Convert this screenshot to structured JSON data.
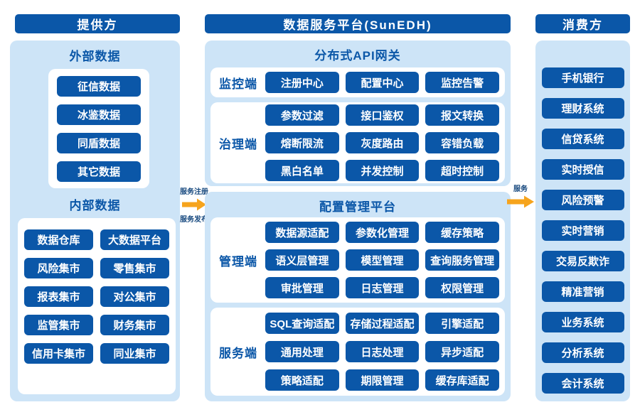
{
  "providers": {
    "header": "提供方",
    "external": {
      "title": "外部数据",
      "items": [
        "征信数据",
        "冰鉴数据",
        "同盾数据",
        "其它数据"
      ]
    },
    "internal": {
      "title": "内部数据",
      "items": [
        "数据仓库",
        "大数据平台",
        "风险集市",
        "零售集市",
        "报表集市",
        "对公集市",
        "监管集市",
        "财务集市",
        "信用卡集市",
        "同业集市"
      ]
    }
  },
  "platform": {
    "header": "数据服务平台(SunEDH)",
    "sections": [
      {
        "title": "分布式API网关",
        "groups": [
          {
            "label": "监控端",
            "items": [
              "注册中心",
              "配置中心",
              "监控告警"
            ]
          },
          {
            "label": "治理端",
            "items": [
              "参数过滤",
              "接口鉴权",
              "报文转换",
              "熔断限流",
              "灰度路由",
              "容错负载",
              "黑白名单",
              "并发控制",
              "超时控制"
            ]
          }
        ]
      },
      {
        "title": "配置管理平台",
        "groups": [
          {
            "label": "管理端",
            "items": [
              "数据源适配",
              "参数化管理",
              "缓存策略",
              "语义层管理",
              "模型管理",
              "查询服务管理",
              "审批管理",
              "日志管理",
              "权限管理"
            ]
          },
          {
            "label": "服务端",
            "items": [
              "SQL查询适配",
              "存储过程适配",
              "引擎适配",
              "通用处理",
              "日志处理",
              "异步适配",
              "策略适配",
              "期限管理",
              "缓存库适配"
            ]
          }
        ]
      }
    ]
  },
  "consumers": {
    "header": "消费方",
    "items": [
      "手机银行",
      "理财系统",
      "信贷系统",
      "实时授信",
      "风险预警",
      "实时营销",
      "交易反欺诈",
      "精准营销",
      "业务系统",
      "分析系统",
      "会计系统"
    ]
  },
  "arrows": {
    "left_top_label": "服务注册",
    "left_bottom_label": "服务发布",
    "right_label": "服务"
  },
  "colors": {
    "primary_blue": "#0B57A8",
    "panel_light_blue": "#CDE4F7",
    "arrow_orange": "#F6A41D",
    "arrow_label_navy": "#17497F"
  }
}
